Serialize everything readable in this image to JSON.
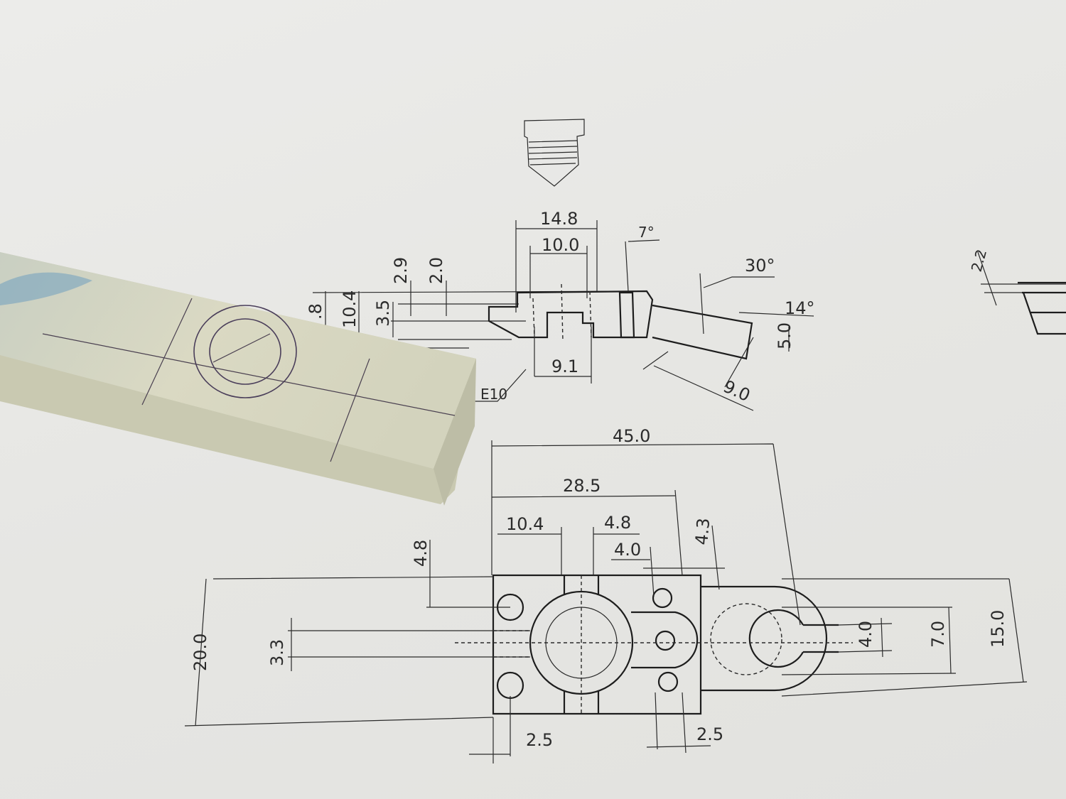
{
  "scene": {
    "paper_color": "#e9e9e6",
    "line_color": "#2a2a2a",
    "block_color": "#d9dac4",
    "block_stain_color": "#5b8fb5",
    "objects": [
      "technical-drawing",
      "workpiece-block"
    ]
  },
  "side_view": {
    "dimensions": {
      "width_outer": "14.8",
      "width_inner": "10.0",
      "angle_top": "7°",
      "angle_arm": "30°",
      "angle_tip": "14°",
      "tip_height": "5.0",
      "arm_length": "9.0",
      "offset": "9.1",
      "fit": "E10",
      "h1": "2.9",
      "h2": "2.0",
      "h3": "3.5",
      "h4": "10.4",
      "h5": ".8"
    }
  },
  "right_view": {
    "dimensions": {
      "h1": "2.2"
    }
  },
  "top_view": {
    "dimensions": {
      "overall_length": "45.0",
      "center_distance": "28.5",
      "slot_offset": "10.4",
      "slot_width": "4.8",
      "hole_offset": "4.0",
      "hole_y": "4.3",
      "left_hole_y": "4.8",
      "height": "20.0",
      "bore_height": "3.3",
      "left_edge": "2.5",
      "right_edge": "2.5",
      "hook_gap": "4.0",
      "hook_inner": "7.0",
      "hook_outer": "15.0"
    }
  }
}
